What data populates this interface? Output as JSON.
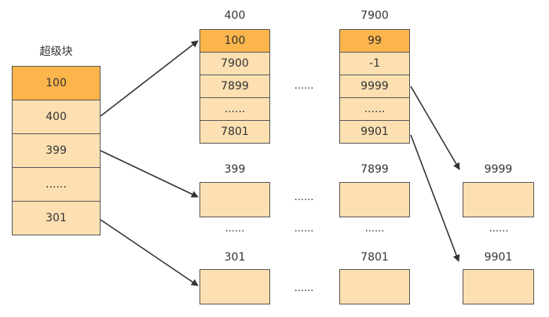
{
  "colors": {
    "highlight": "#FBB54B",
    "cell_fill": "#FDE0B2",
    "border": "#555555",
    "arrow": "#333333",
    "text": "#333333"
  },
  "superblock": {
    "title": "超级块",
    "cells": [
      {
        "text": "100",
        "highlight": true
      },
      {
        "text": "400",
        "highlight": false
      },
      {
        "text": "399",
        "highlight": false
      },
      {
        "text": "......",
        "highlight": false
      },
      {
        "text": "301",
        "highlight": false
      }
    ]
  },
  "block_400": {
    "title": "400",
    "cells": [
      {
        "text": "100",
        "highlight": true
      },
      {
        "text": "7900",
        "highlight": false
      },
      {
        "text": "7899",
        "highlight": false
      },
      {
        "text": "......",
        "highlight": false
      },
      {
        "text": "7801",
        "highlight": false
      }
    ]
  },
  "block_7900": {
    "title": "7900",
    "cells": [
      {
        "text": "99",
        "highlight": true
      },
      {
        "text": "-1",
        "highlight": false
      },
      {
        "text": "9999",
        "highlight": false
      },
      {
        "text": "......",
        "highlight": false
      },
      {
        "text": "9901",
        "highlight": false
      }
    ]
  },
  "labels": {
    "block_399": "399",
    "block_7899": "7899",
    "block_301": "301",
    "block_7801": "7801",
    "block_9999": "9999",
    "block_9901": "9901"
  },
  "ellipsis": "......"
}
